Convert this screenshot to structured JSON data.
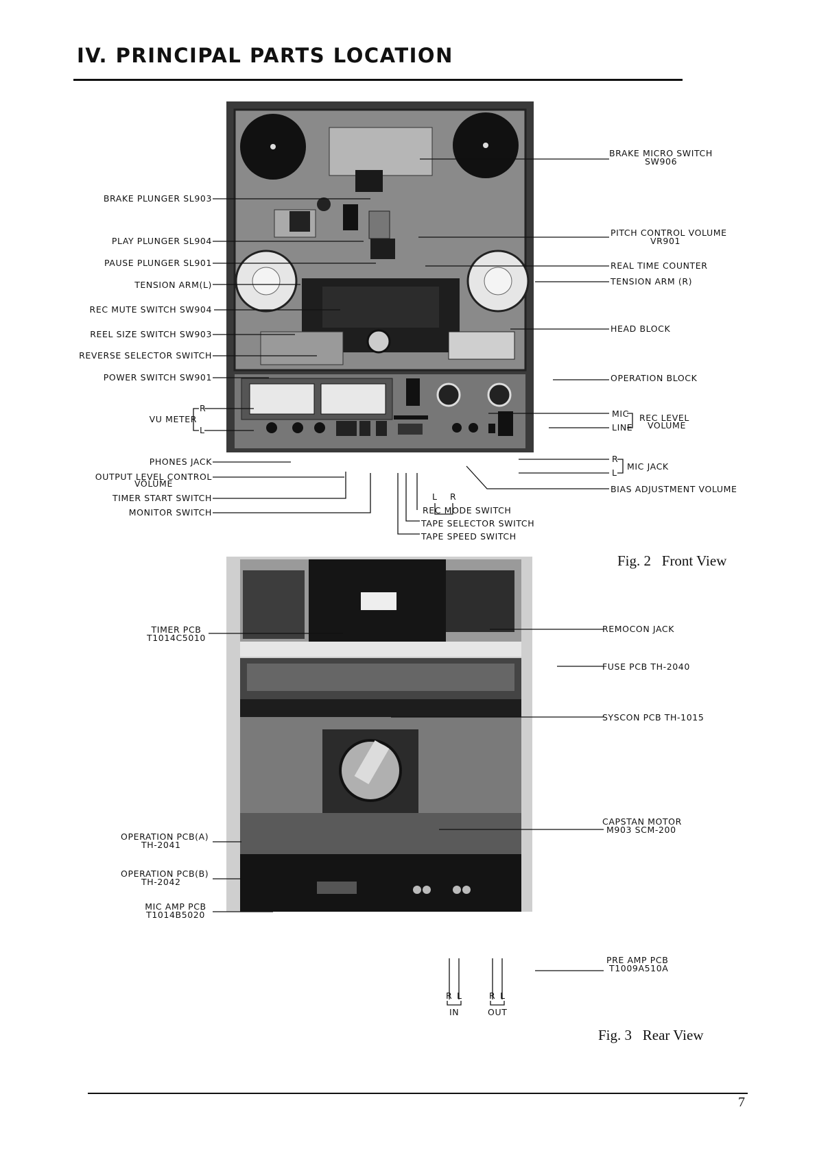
{
  "page": {
    "title": "IV.  PRINCIPAL PARTS LOCATION",
    "page_number": "7"
  },
  "fig2": {
    "caption": "Fig. 2   Front View",
    "left_labels": {
      "brake_plunger": "BRAKE PLUNGER SL903",
      "play_plunger": "PLAY PLUNGER SL904",
      "pause_plunger": "PAUSE PLUNGER SL901",
      "tension_arm_l": "TENSION ARM(L)",
      "rec_mute_switch": "REC MUTE SWITCH SW904",
      "reel_size_switch": "REEL SIZE SWITCH SW903",
      "reverse_selector_switch": "REVERSE SELECTOR SWITCH",
      "power_switch": "POWER SWITCH SW901",
      "vu_meter": "VU METER",
      "vu_r": "R",
      "vu_l": "L",
      "phones_jack": "PHONES JACK",
      "output_level_1": "OUTPUT LEVEL CONTROL",
      "output_level_2": "VOLUME",
      "timer_start_switch": "TIMER START SWITCH",
      "monitor_switch": "MONITOR SWITCH"
    },
    "right_labels": {
      "brake_micro_1": "BRAKE MICRO SWITCH",
      "brake_micro_2": "SW906",
      "pitch_control_1": "PITCH CONTROL VOLUME",
      "pitch_control_2": "VR901",
      "real_time_counter": "REAL TIME COUNTER",
      "tension_arm_r": "TENSION ARM (R)",
      "head_block": "HEAD BLOCK",
      "operation_block": "OPERATION BLOCK",
      "mic": "MIC",
      "line": "LINE",
      "rec_level_1": "REC LEVEL",
      "rec_level_2": "VOLUME",
      "jack_r": "R",
      "jack_l": "L",
      "mic_jack": "MIC JACK",
      "bias_adjustment": "BIAS ADJUSTMENT VOLUME"
    },
    "bottom_labels": {
      "l": "L",
      "r": "R",
      "rec_mode_switch": "REC MODE SWITCH",
      "tape_selector_switch": "TAPE SELECTOR SWITCH",
      "tape_speed_switch": "TAPE SPEED SWITCH"
    }
  },
  "fig3": {
    "caption": "Fig. 3   Rear View",
    "left_labels": {
      "timer_pcb_1": "TIMER PCB",
      "timer_pcb_2": "T1014C5010",
      "op_pcb_a_1": "OPERATION PCB(A)",
      "op_pcb_a_2": "TH-2041",
      "op_pcb_b_1": "OPERATION PCB(B)",
      "op_pcb_b_2": "TH-2042",
      "mic_amp_1": "MIC AMP PCB",
      "mic_amp_2": "T1014B5020"
    },
    "right_labels": {
      "remocon_jack": "REMOCON JACK",
      "fuse_pcb": "FUSE PCB TH-2040",
      "syscon_pcb": "SYSCON PCB TH-1015",
      "capstan_1": "CAPSTAN MOTOR",
      "capstan_2": "M903 SCM-200",
      "pre_amp_1": "PRE AMP PCB",
      "pre_amp_2": "T1009A510A"
    },
    "bottom_labels": {
      "in_r": "R",
      "in_l": "L",
      "out_r": "R",
      "out_l": "L",
      "in": "IN",
      "out": "OUT"
    }
  }
}
